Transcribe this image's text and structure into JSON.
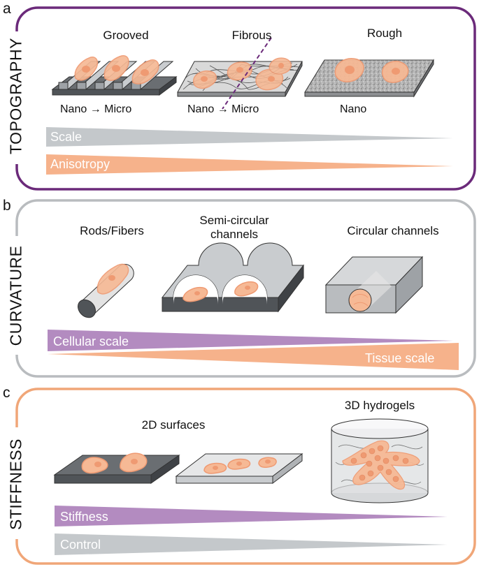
{
  "panels": {
    "a": {
      "letter": "a",
      "side_label": "TOPOGRAPHY",
      "items": [
        {
          "title": "Grooved",
          "scale": "Nano → Micro"
        },
        {
          "title": "Fibrous",
          "scale": "Nano → Micro"
        },
        {
          "title": "Rough",
          "scale": "Nano"
        }
      ],
      "wedges": [
        "Scale",
        "Anisotropy"
      ]
    },
    "b": {
      "letter": "b",
      "side_label": "CURVATURE",
      "items": [
        {
          "title": "Rods/Fibers"
        },
        {
          "title": "Semi-circular channels"
        },
        {
          "title": "Circular channels"
        }
      ],
      "wedges": [
        "Cellular scale",
        "Tissue scale"
      ]
    },
    "c": {
      "letter": "c",
      "side_label": "STIFFNESS",
      "items": [
        {
          "title": "2D surfaces"
        },
        {
          "title": "3D hydrogels"
        }
      ],
      "wedges": [
        "Stiffness",
        "Control"
      ]
    }
  },
  "colors": {
    "purple": "#6b2a7a",
    "gray_border": "#b9bcbf",
    "orange_border": "#f0a678",
    "gray_wedge": "#c4c8cb",
    "orange_wedge": "#f6b28b",
    "purple_wedge": "#b38bc0",
    "cell_fill": "#f6b995",
    "cell_nucleus": "#ef9a72"
  }
}
